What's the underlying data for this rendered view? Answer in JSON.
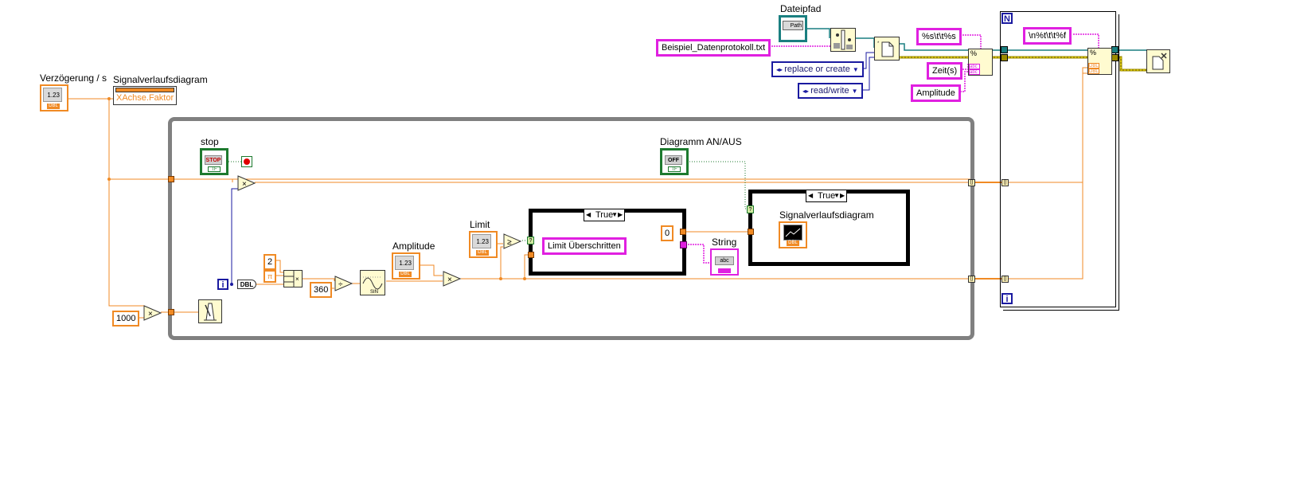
{
  "diagram": {
    "controls": {
      "delay": {
        "label": "Verzögerung / s",
        "display": "1.23",
        "type": "DBL"
      },
      "amplitude": {
        "label": "Amplitude",
        "display": "1.23",
        "type": "DBL"
      },
      "limit": {
        "label": "Limit",
        "display": "1.23",
        "type": "DBL"
      },
      "stop": {
        "label": "stop",
        "display": "STOP",
        "type": "TF"
      },
      "chart_toggle": {
        "label": "Diagramm AN/AUS",
        "display": "OFF",
        "type": "TF"
      },
      "file_path": {
        "label": "Dateipfad",
        "display": "Path"
      }
    },
    "property_node": {
      "label": "Signalverlaufsdiagram",
      "property": "XAchse.Faktor"
    },
    "indicators": {
      "string": {
        "label": "String",
        "display": "abc"
      },
      "chart": {
        "label": "Signalverlaufsdiagram",
        "type": "DBL"
      }
    },
    "constants": {
      "file_name": "Beispiel_Datenprotokoll.txt",
      "replace_or_create": "replace or create",
      "read_write": "read/write",
      "format_header": "%s\\t\\t%s",
      "col_time": "Zeit(s)",
      "col_amplitude": "Amplitude",
      "format_row": "\\n%t\\t\\t%f",
      "limit_message": "Limit Überschritten",
      "zero": "0",
      "two": "2",
      "pi": "π",
      "deg360": "360",
      "thousand": "1000"
    },
    "case_structures": [
      {
        "selector": "True"
      },
      {
        "selector": "True"
      }
    ],
    "terminals": {
      "iteration": "i",
      "count": "N",
      "for_iteration": "i",
      "to_dbl": "DBL"
    },
    "nodes": {
      "multiply": "×",
      "divide": "÷",
      "compare": "≥",
      "sine": "SIN",
      "format_pct": "%",
      "abc": "abc",
      "dbl": "DBL"
    },
    "wire_colors": {
      "numeric": "#f08a24",
      "string": "#e020e0",
      "integer": "#1a1aa0",
      "boolean": "#1d7a2e",
      "refnum": "#1a7f80",
      "error": "#9a8a00",
      "loop": "#808080"
    }
  }
}
